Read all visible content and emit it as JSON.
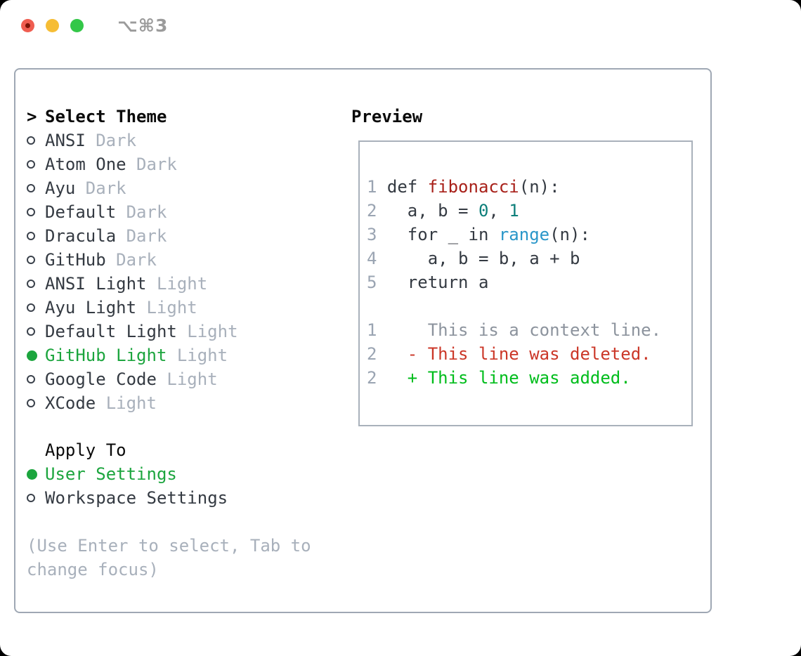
{
  "window": {
    "title": "⌥⌘3",
    "traffic_lights": [
      "close",
      "minimize",
      "zoom"
    ]
  },
  "theme": {
    "header": "Select Theme",
    "prompt_char": ">",
    "items": [
      {
        "name": "ANSI",
        "variant": "Dark",
        "selected": false
      },
      {
        "name": "Atom One",
        "variant": "Dark",
        "selected": false
      },
      {
        "name": "Ayu",
        "variant": "Dark",
        "selected": false
      },
      {
        "name": "Default",
        "variant": "Dark",
        "selected": false
      },
      {
        "name": "Dracula",
        "variant": "Dark",
        "selected": false
      },
      {
        "name": "GitHub",
        "variant": "Dark",
        "selected": false
      },
      {
        "name": "ANSI Light",
        "variant": "Light",
        "selected": false
      },
      {
        "name": "Ayu Light",
        "variant": "Light",
        "selected": false
      },
      {
        "name": "Default Light",
        "variant": "Light",
        "selected": false
      },
      {
        "name": "GitHub Light",
        "variant": "Light",
        "selected": true
      },
      {
        "name": "Google Code",
        "variant": "Light",
        "selected": false
      },
      {
        "name": "XCode",
        "variant": "Light",
        "selected": false
      }
    ]
  },
  "apply_to": {
    "header": "Apply To",
    "options": [
      {
        "label": "User Settings",
        "selected": true
      },
      {
        "label": "Workspace Settings",
        "selected": false
      }
    ]
  },
  "hint": "(Use Enter to select, Tab to change focus)",
  "preview": {
    "title": "Preview",
    "lines": [
      {
        "num": "1",
        "tokens": [
          {
            "t": "def ",
            "c": "plain"
          },
          {
            "t": "fibonacci",
            "c": "func"
          },
          {
            "t": "(n):",
            "c": "plain"
          }
        ]
      },
      {
        "num": "2",
        "tokens": [
          {
            "t": "  a, b = ",
            "c": "plain"
          },
          {
            "t": "0",
            "c": "number"
          },
          {
            "t": ", ",
            "c": "plain"
          },
          {
            "t": "1",
            "c": "number"
          }
        ]
      },
      {
        "num": "3",
        "tokens": [
          {
            "t": "  for _ in ",
            "c": "plain"
          },
          {
            "t": "range",
            "c": "builtin"
          },
          {
            "t": "(n):",
            "c": "plain"
          }
        ]
      },
      {
        "num": "4",
        "tokens": [
          {
            "t": "    a, b = b, a + b",
            "c": "plain"
          }
        ]
      },
      {
        "num": "5",
        "tokens": [
          {
            "t": "  return a",
            "c": "plain"
          }
        ]
      },
      {
        "blank": true
      },
      {
        "num": "1",
        "tokens": [
          {
            "t": "    This is a context line.",
            "c": "context"
          }
        ]
      },
      {
        "num": "2",
        "tokens": [
          {
            "t": "  - This line was deleted.",
            "c": "deleted"
          }
        ]
      },
      {
        "num": "2",
        "tokens": [
          {
            "t": "  + This line was added.",
            "c": "added"
          }
        ]
      }
    ]
  },
  "colors": {
    "accent_green": "#1ca53e",
    "diff_added_green": "#00bd1c",
    "diff_deleted_red": "#cb3728",
    "context_gray": "#8c939d",
    "function_red": "#a82019",
    "number_teal": "#0d7f7a",
    "builtin_blue": "#2996c9",
    "muted_gray": "#a8b0bb",
    "line_number_gray": "#9aa4b2",
    "panel_border": "#9fa8b4",
    "traffic_red": "#ef5d50",
    "traffic_yellow": "#f6bd35",
    "traffic_green": "#33c748"
  }
}
